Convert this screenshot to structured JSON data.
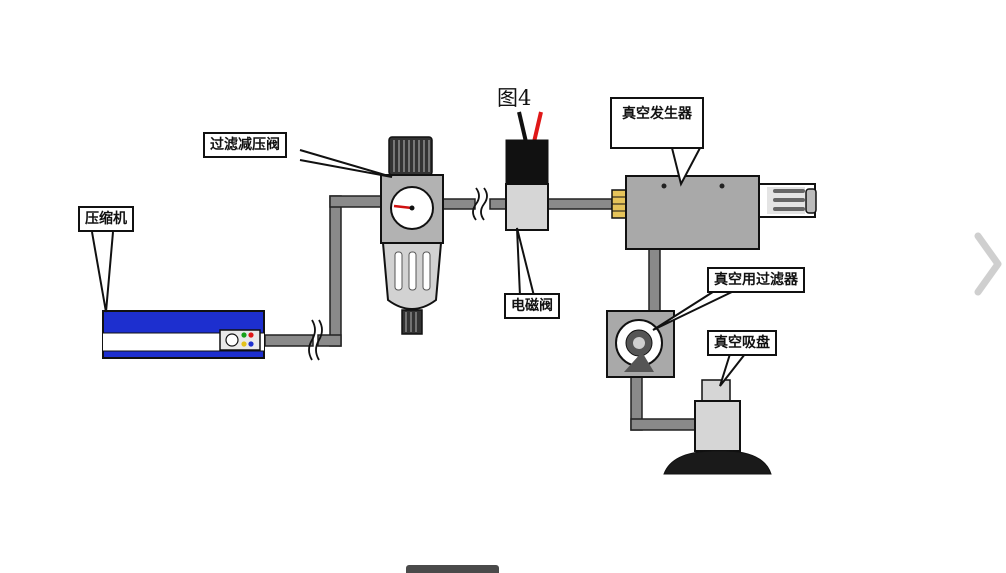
{
  "figure": {
    "title": "图4"
  },
  "labels": {
    "compressor": "压缩机",
    "filter_regulator": "过滤减压阀",
    "solenoid_valve": "电磁阀",
    "vacuum_generator": "真空发生器",
    "vacuum_filter": "真空用过滤器",
    "suction_cup": "真空吸盘"
  },
  "colors": {
    "pipe": "#8a8a8a",
    "body_gray": "#a9a9a9",
    "compressor_blue": "#1d2fcf",
    "gauge_needle": "#d01010",
    "solenoid_black": "#111111",
    "wire_red": "#e01818",
    "brass": "#e6c45a"
  },
  "icons": {
    "next": "chevron-right-icon"
  }
}
